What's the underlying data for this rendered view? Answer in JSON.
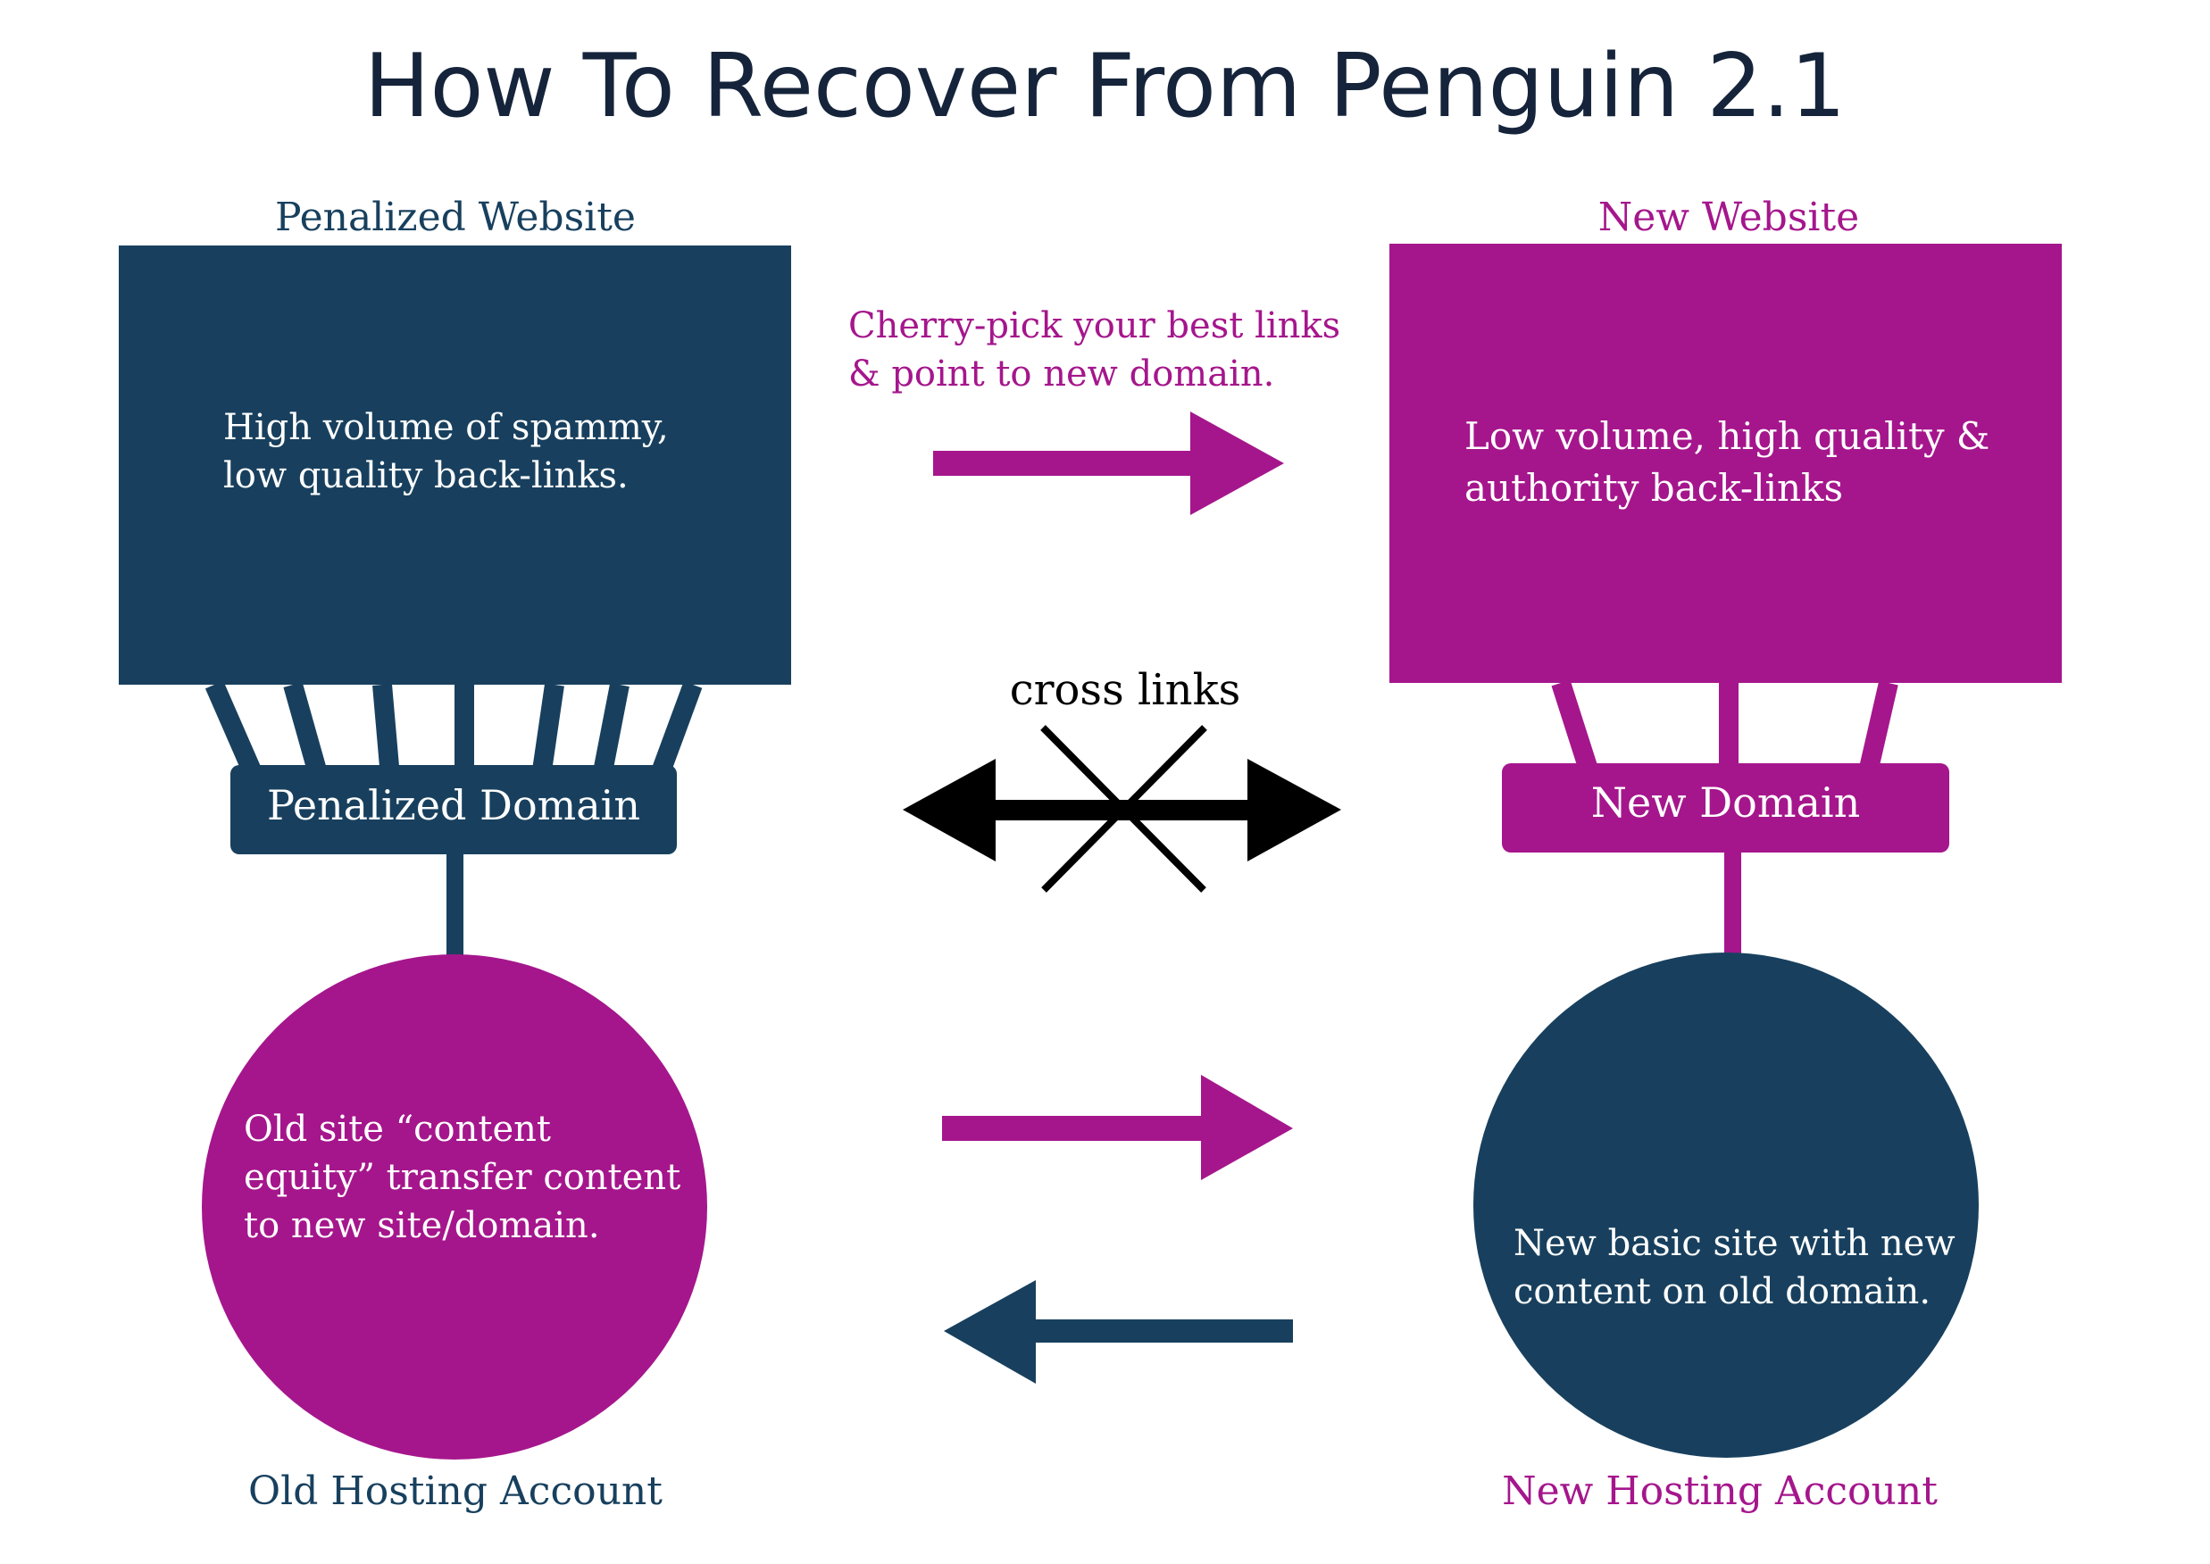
{
  "title": "How To Recover From Penguin 2.1",
  "left": {
    "website_label": "Penalized Website",
    "website_text": [
      "High volume of spammy,",
      "low quality back-links."
    ],
    "domain_label": "Penalized Domain",
    "circle_text": [
      "Old site “content",
      "equity” transfer content",
      "to new site/domain."
    ],
    "hosting_label": "Old Hosting Account"
  },
  "right": {
    "website_label": "New Website",
    "website_text": [
      "Low volume, high quality &",
      "authority back-links"
    ],
    "domain_label": "New Domain",
    "circle_text": [
      "New basic site with new",
      "content on old domain."
    ],
    "hosting_label": "New Hosting Account"
  },
  "middle": {
    "cherry_pick_text": [
      "Cherry-pick your best links",
      "& point to new domain."
    ],
    "cross_links_label": "cross links"
  },
  "colors": {
    "navy": "#18405e",
    "magenta": "#a5168c",
    "black": "#000000"
  }
}
